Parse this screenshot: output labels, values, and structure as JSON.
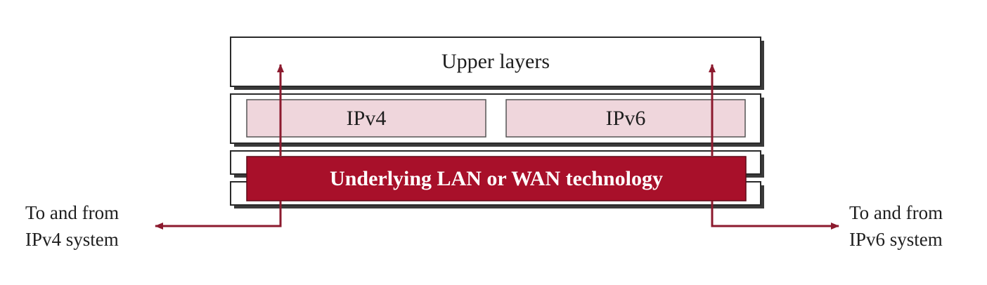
{
  "diagram": {
    "upper_layers": "Upper layers",
    "ipv4": "IPv4",
    "ipv6": "IPv6",
    "underlying": "Underlying LAN or WAN technology",
    "left_label": {
      "line1": "To and from",
      "line2": "IPv4 system"
    },
    "right_label": {
      "line1": "To and from",
      "line2": "IPv6 system"
    },
    "colors": {
      "ip_box_fill": "#efd6dc",
      "tech_fill": "#a8102a",
      "arrow": "#8c1a2e",
      "frame": "#2a2a2a",
      "shadow": "#3a3a3a"
    }
  }
}
